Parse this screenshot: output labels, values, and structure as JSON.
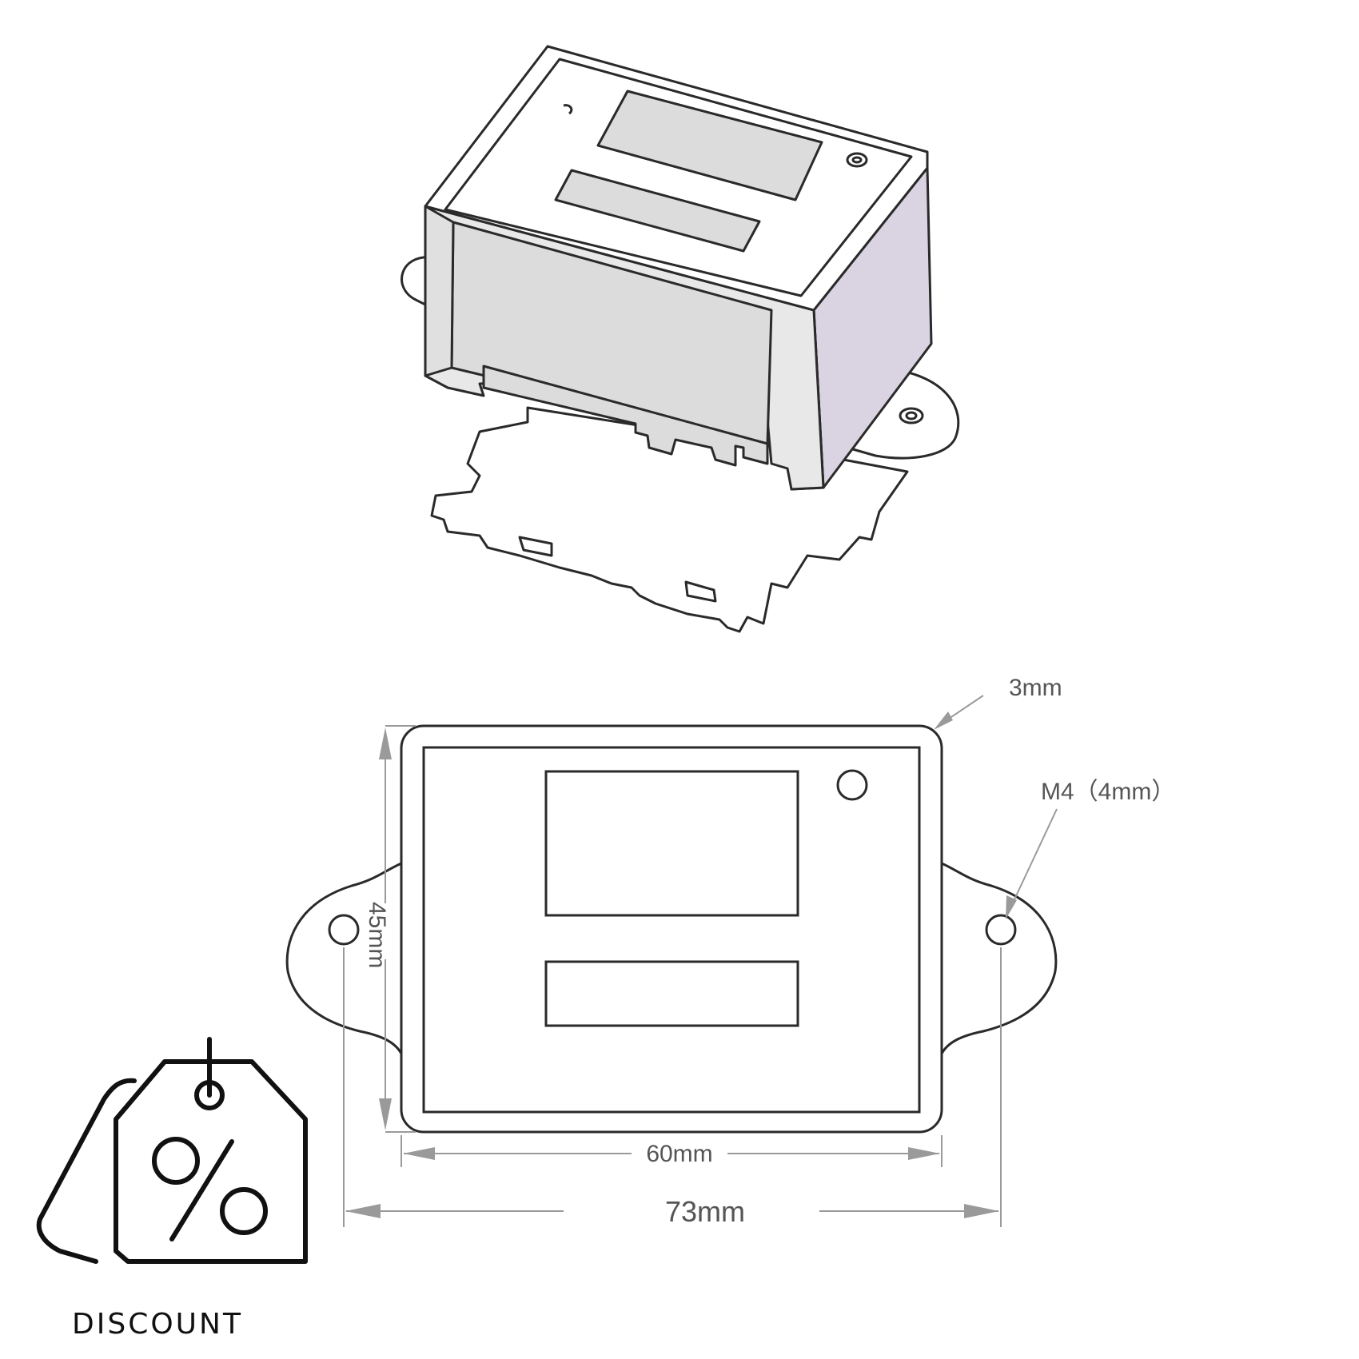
{
  "dimensions": {
    "wall_thickness": "3mm",
    "mount_hole": "M4（4mm）",
    "height": "45mm",
    "body_width": "60mm",
    "overall_width": "73mm"
  },
  "badge": {
    "label": "DISCOUNT",
    "icon": "discount-tag-icon"
  },
  "colors": {
    "case_side": "#dad3e1",
    "case_front": "#dcdcdc",
    "line": "#2a2a2a",
    "dimension": "#9a9a9a",
    "dimension_text": "#555555"
  }
}
